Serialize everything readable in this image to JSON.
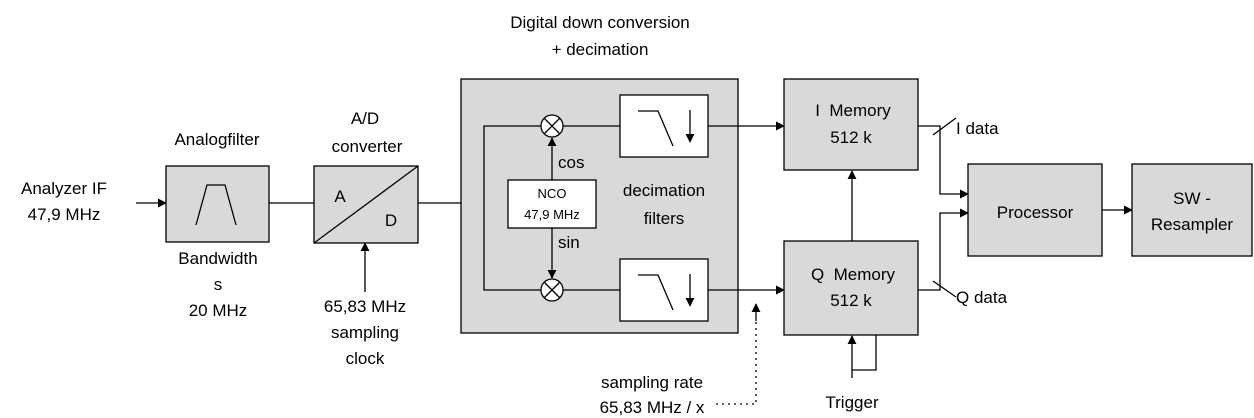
{
  "input": {
    "line1": "Analyzer IF",
    "line2": "47,9 MHz"
  },
  "analogfilter": {
    "title": "Analogfilter",
    "bw_line1": "Bandwidth",
    "bw_line2": "s",
    "bw_line3": "20 MHz"
  },
  "adc": {
    "title_line1": "A/D",
    "title_line2": "converter",
    "a_label": "A",
    "d_label": "D",
    "clock_line1": "65,83 MHz",
    "clock_line2": "sampling",
    "clock_line3": "clock"
  },
  "ddc": {
    "title_line1": "Digital down conversion",
    "title_line2": "+ decimation",
    "nco_line1": "NCO",
    "nco_line2": "47,9 MHz",
    "cos": "cos",
    "sin": "sin",
    "dec_line1": "decimation",
    "dec_line2": "filters"
  },
  "i_memory": {
    "line1": "I  Memory",
    "line2": "512 k",
    "output": "I data"
  },
  "q_memory": {
    "line1": "Q  Memory",
    "line2": "512 k",
    "output": "Q data"
  },
  "processor": {
    "label": "Processor"
  },
  "resampler": {
    "line1": "SW -",
    "line2": "Resampler"
  },
  "trigger": {
    "label": "Trigger"
  },
  "sampling_rate": {
    "line1": "sampling rate",
    "line2": "65,83 MHz / x"
  }
}
